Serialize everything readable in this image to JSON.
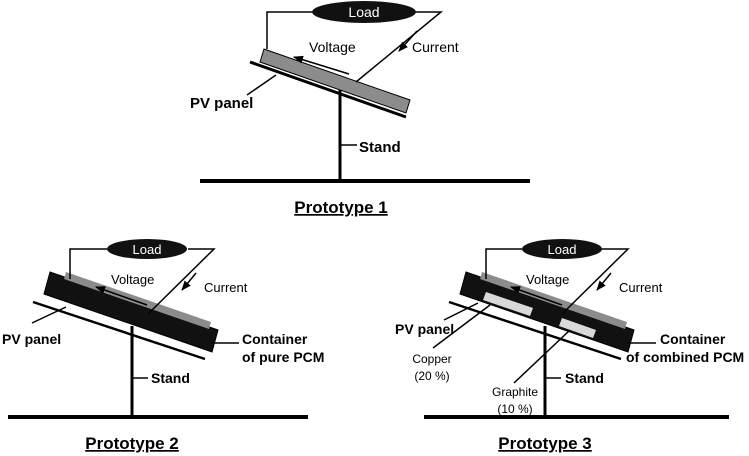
{
  "prototype1": {
    "title": "Prototype 1",
    "load": "Load",
    "voltage": "Voltage",
    "current": "Current",
    "pv_panel": "PV panel",
    "stand": "Stand"
  },
  "prototype2": {
    "title": "Prototype 2",
    "load": "Load",
    "voltage": "Voltage",
    "current": "Current",
    "pv_panel": "PV panel",
    "stand": "Stand",
    "container_line1": "Container",
    "container_line2": "of pure PCM"
  },
  "prototype3": {
    "title": "Prototype 3",
    "load": "Load",
    "voltage": "Voltage",
    "current": "Current",
    "pv_panel": "PV panel",
    "stand": "Stand",
    "container_line1": "Container",
    "container_line2": "of combined PCM",
    "copper_line1": "Copper",
    "copper_line2": "(20 %)",
    "graphite_line1": "Graphite",
    "graphite_line2": "(10 %)"
  },
  "colors": {
    "panel_gray": "#8c8c8c",
    "container_black": "#111111",
    "fill_light": "#d9d9d9",
    "line": "#000000"
  }
}
